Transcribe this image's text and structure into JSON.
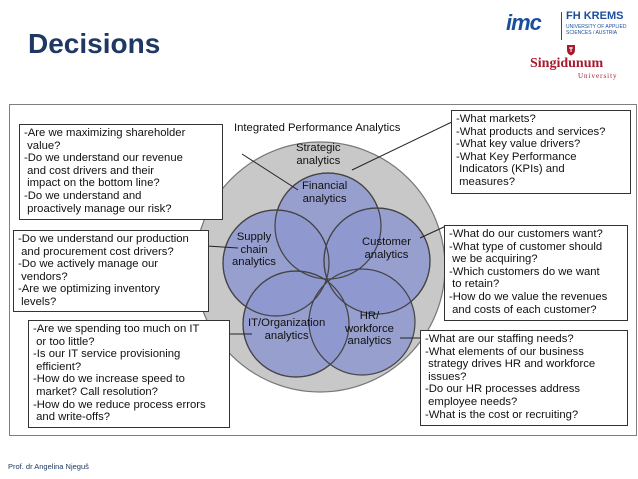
{
  "slide": {
    "title": "Decisions",
    "footer": "Prof. dr Angelina Njeguš"
  },
  "logos": {
    "imc": "imc",
    "fh": "FH KREMS",
    "fh_sub": "UNIVERSITY OF APPLIED SCIENCES / AUSTRIA",
    "singidunum": "Singidunum",
    "singidunum_sub": "University"
  },
  "diagram": {
    "heading": "Integrated Performance Analytics",
    "circles": {
      "strategic": "Strategic\nanalytics",
      "financial": "Financial\nanalytics",
      "supply": "Supply\nchain\nanalytics",
      "customer": "Customer\nanalytics",
      "it": "IT/Organization\nanalytics",
      "hr": "HR/\nworkforce\nanalytics"
    },
    "boxes": {
      "financial": [
        "-Are we maximizing shareholder",
        " value?",
        "-Do we understand our revenue",
        " and cost drivers and their",
        " impact on the bottom line?",
        "-Do we understand and",
        " proactively manage our risk?"
      ],
      "strategic": [
        "-What markets?",
        "-What products and services?",
        "-What key value drivers?",
        "-What Key Performance",
        " Indicators (KPIs) and",
        " measures?"
      ],
      "supply": [
        "-Do we understand our production",
        " and procurement cost drivers?",
        "-Do we actively manage our",
        " vendors?",
        "-Are we optimizing inventory",
        " levels?"
      ],
      "customer": [
        "-What do our customers want?",
        "-What type of customer should",
        " we be acquiring?",
        "-Which customers do we want",
        " to retain?",
        "-How do we value the revenues",
        " and costs of each customer?"
      ],
      "it": [
        "-Are we spending too much on IT",
        " or too little?",
        "-Is our IT service provisioning",
        " efficient?",
        "-How do we increase speed to",
        " market? Call resolution?",
        "-How do we reduce process errors",
        " and write-offs?"
      ],
      "hr": [
        "-What are our staffing needs?",
        "-What elements of our business",
        " strategy drives HR and workforce",
        " issues?",
        "-Do our HR processes address",
        " employee needs?",
        "-What is the cost or recruiting?"
      ]
    }
  },
  "colors": {
    "title": "#1f3864",
    "outer_circle": "#c8c8c8",
    "inner_circle": "#8e98cf"
  }
}
